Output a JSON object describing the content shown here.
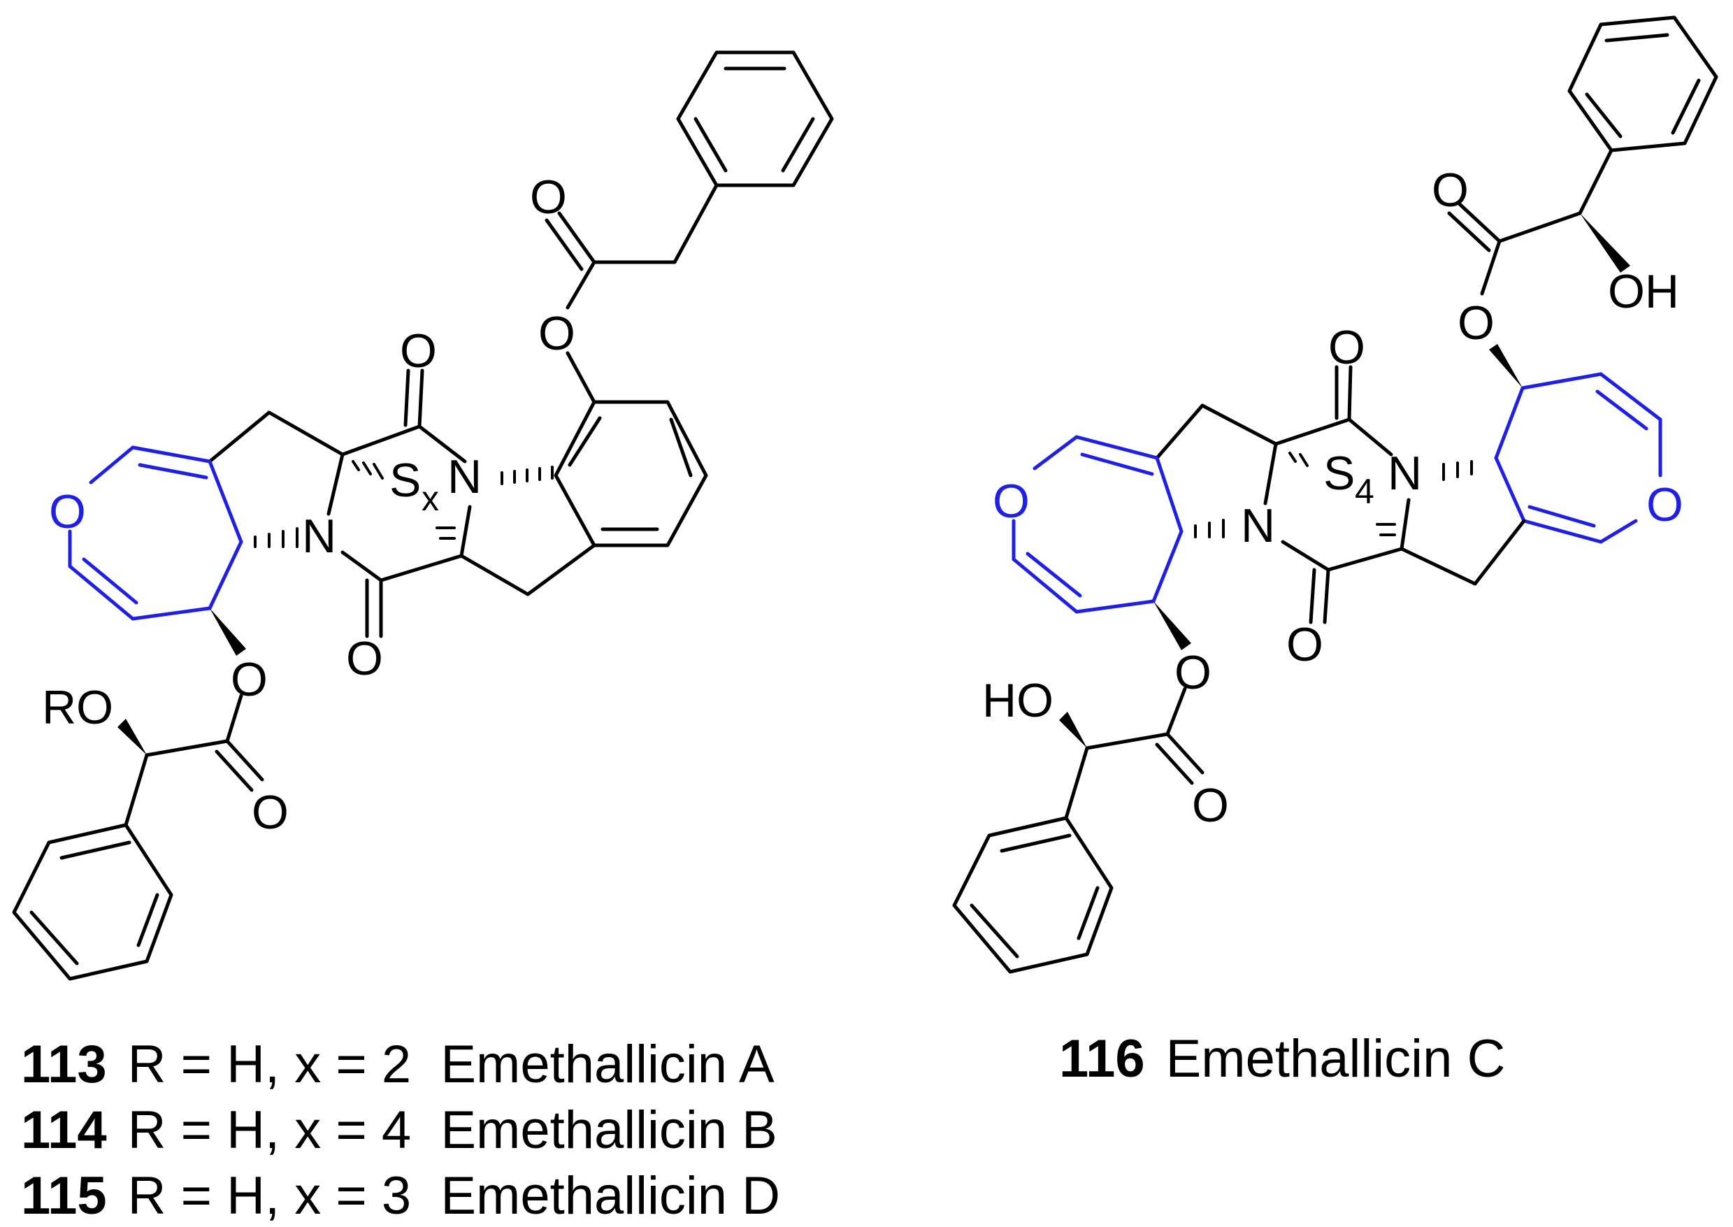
{
  "structure_113_115": {
    "atoms": {
      "o_top": "O",
      "o_ester": "O",
      "o_carbonyl_top": "O",
      "s": "S",
      "s_sub": "x",
      "n_right": "N",
      "n_left": "N",
      "o_carbonyl_bottom": "O",
      "o_oxepine": "O",
      "o_ester_left": "O",
      "ro": "RO",
      "o_mandelate": "O"
    }
  },
  "structure_116": {
    "atoms": {
      "o_top": "O",
      "o_ester": "O",
      "oh": "OH",
      "o_carbonyl_top": "O",
      "s": "S",
      "s_sub": "4",
      "n_right": "N",
      "n_left": "N",
      "o_oxepine_left": "O",
      "o_oxepine_right": "O",
      "o_carbonyl_bottom": "O",
      "o_ester_left": "O",
      "ho": "HO",
      "o_mandelate": "O"
    }
  },
  "captions": [
    {
      "number": "113",
      "text": "R = H, x = 2  Emethallicin A"
    },
    {
      "number": "114",
      "text": "R = H, x = 4  Emethallicin B"
    },
    {
      "number": "115",
      "text": "R = H, x = 3  Emethallicin D"
    },
    {
      "number": "116",
      "text": "Emethallicin C"
    }
  ],
  "colors": {
    "bond": "#000000",
    "highlight": "#1f1fe6"
  }
}
